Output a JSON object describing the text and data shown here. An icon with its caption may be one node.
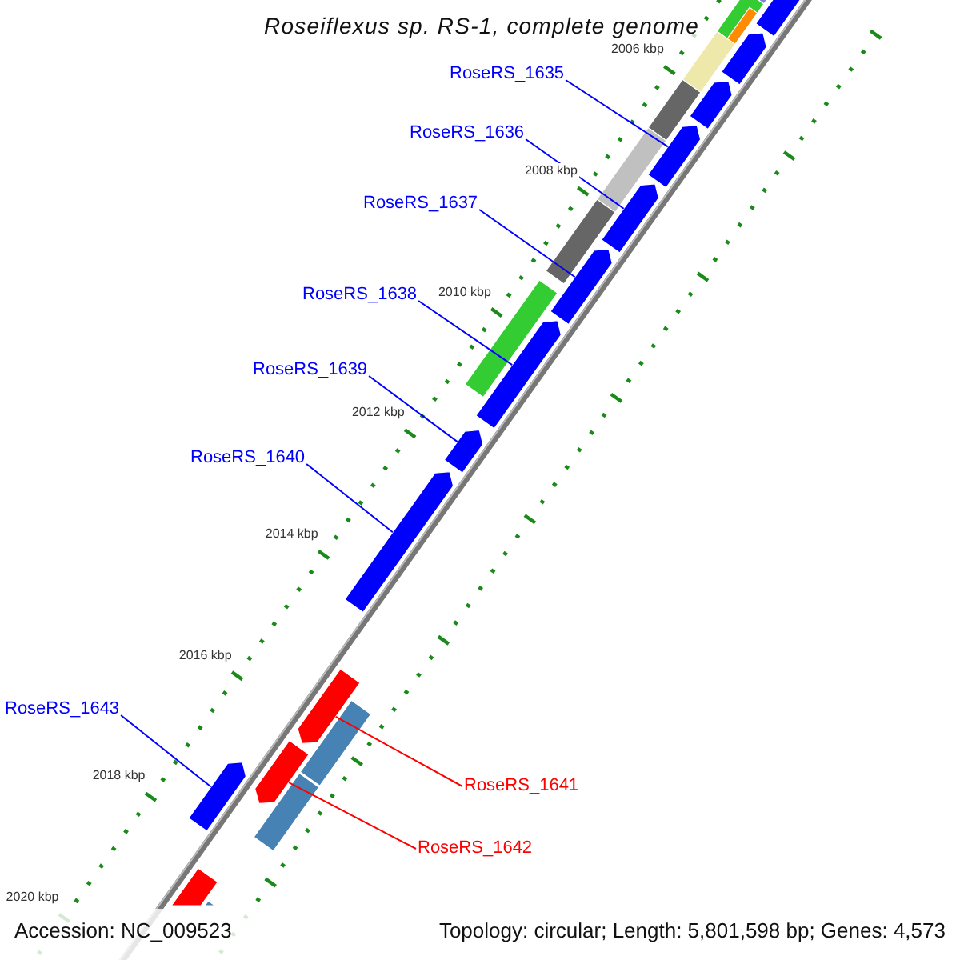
{
  "diagram": {
    "title": "Roseiflexus sp. RS-1, complete genome",
    "nodes": [
      {
        "text": [
          "RoseRS_1635"
        ]
      },
      {
        "text": [
          "RoseRS_1636"
        ]
      },
      {
        "text": [
          "RoseRS_1637"
        ]
      },
      {
        "text": [
          "RoseRS_1638"
        ]
      },
      {
        "text": [
          "RoseRS_1639"
        ]
      },
      {
        "text": [
          "RoseRS_1640"
        ]
      },
      {
        "text": [
          "RoseRS_1643"
        ]
      },
      {
        "text": [
          "RoseRS_1641"
        ]
      },
      {
        "text": [
          "RoseRS_1642"
        ]
      },
      {
        "text": [],
        "shape": "arrow"
      },
      {
        "text": [],
        "shape": "arrow"
      },
      {
        "text": [],
        "shape": "arrow"
      },
      {
        "text": [],
        "shape": "arrow"
      },
      {
        "text": [],
        "shape": "arrow"
      },
      {
        "text": [],
        "shape": "arrow"
      },
      {
        "text": [],
        "shape": "arrow"
      },
      {
        "text": [],
        "shape": "arrow"
      },
      {
        "text": [],
        "shape": "arrow"
      }
    ],
    "edges": [
      {
        "from": 0,
        "to": 9,
        "arrow": "none"
      },
      {
        "from": 1,
        "to": 10,
        "arrow": "none"
      },
      {
        "from": 2,
        "to": 11,
        "arrow": "none"
      },
      {
        "from": 3,
        "to": 12,
        "arrow": "none"
      },
      {
        "from": 4,
        "to": 13,
        "arrow": "none"
      },
      {
        "from": 5,
        "to": 14,
        "arrow": "none"
      },
      {
        "from": 6,
        "to": 17,
        "arrow": "none"
      },
      {
        "from": 7,
        "to": 15,
        "arrow": "none",
        "color": "#ff0000"
      },
      {
        "from": 8,
        "to": 16,
        "arrow": "none",
        "color": "#ff0000"
      }
    ],
    "labels": [
      "2006 kbp",
      "2008 kbp",
      "2010 kbp",
      "2012 kbp",
      "2014 kbp",
      "2016 kbp",
      "2018 kbp",
      "2020 kbp",
      "Accession: NC_009523",
      "Topology: circular; Length: 5,801,598 bp; Genes: 4,573"
    ]
  }
}
